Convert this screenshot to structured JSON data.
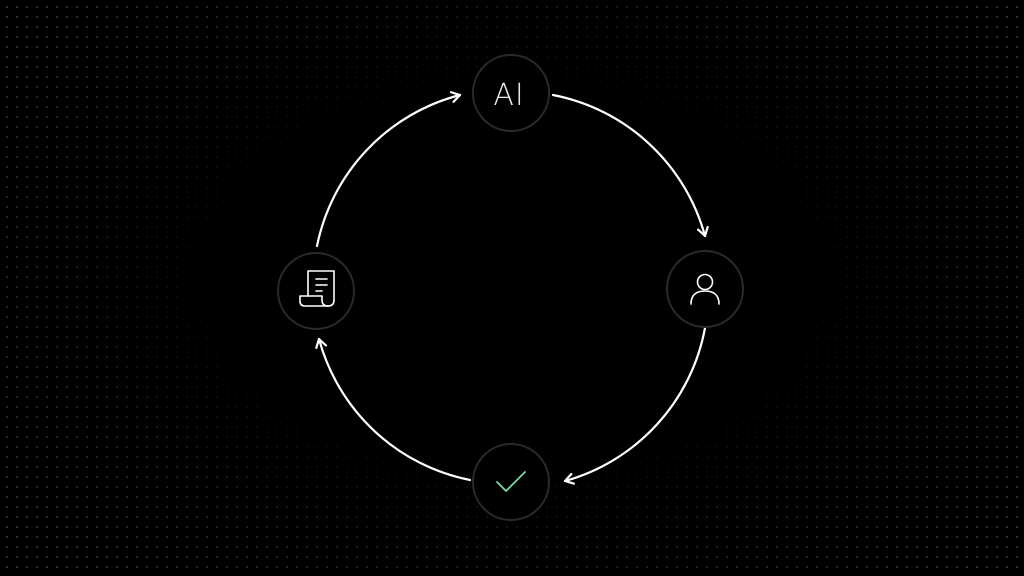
{
  "diagram": {
    "nodes": [
      {
        "id": "ai",
        "label": "AI",
        "icon": "ai-text"
      },
      {
        "id": "person",
        "label": "",
        "icon": "person-icon"
      },
      {
        "id": "check",
        "label": "",
        "icon": "checkmark-icon"
      },
      {
        "id": "document",
        "label": "",
        "icon": "document-scroll-icon"
      }
    ],
    "flow": [
      "ai",
      "person",
      "check",
      "document",
      "ai"
    ],
    "colors": {
      "background": "#000000",
      "arrow": "#ffffff",
      "node_border": "#2a2a2a",
      "check_accent": "#6fdca0"
    }
  }
}
